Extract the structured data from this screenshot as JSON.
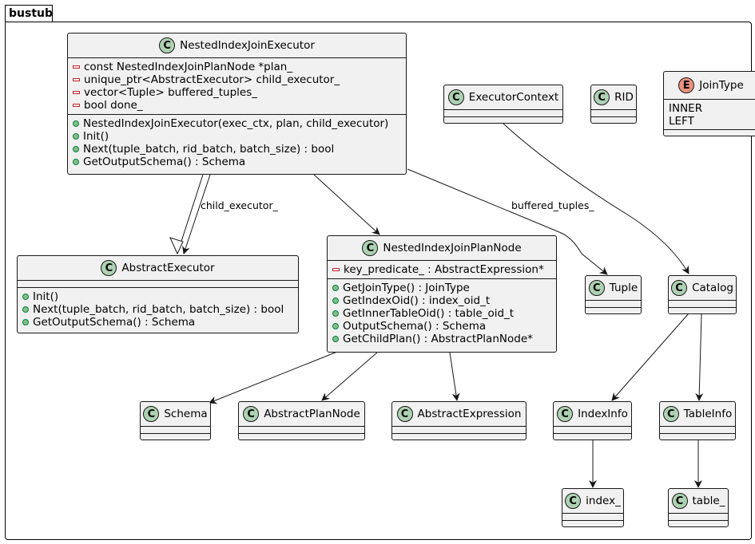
{
  "package": {
    "name": "bustub"
  },
  "classes": {
    "nije": {
      "name": "NestedIndexJoinExecutor",
      "attributes": [
        "const NestedIndexJoinPlanNode *plan_",
        "unique_ptr<AbstractExecutor> child_executor_",
        "vector<Tuple> buffered_tuples_",
        "bool done_"
      ],
      "methods": [
        "NestedIndexJoinExecutor(exec_ctx, plan, child_executor)",
        "Init()",
        "Next(tuple_batch, rid_batch, batch_size) : bool",
        "GetOutputSchema() : Schema"
      ]
    },
    "executor_context": {
      "name": "ExecutorContext"
    },
    "rid": {
      "name": "RID"
    },
    "join_type": {
      "name": "JoinType",
      "values": [
        "INNER",
        "LEFT"
      ]
    },
    "abstract_executor": {
      "name": "AbstractExecutor",
      "methods": [
        "Init()",
        "Next(tuple_batch, rid_batch, batch_size) : bool",
        "GetOutputSchema() : Schema"
      ]
    },
    "nijpn": {
      "name": "NestedIndexJoinPlanNode",
      "attributes": [
        "key_predicate_ : AbstractExpression*"
      ],
      "methods": [
        "GetJoinType() : JoinType",
        "GetIndexOid() : index_oid_t",
        "GetInnerTableOid() : table_oid_t",
        "OutputSchema() : Schema",
        "GetChildPlan() : AbstractPlanNode*"
      ]
    },
    "tuple": {
      "name": "Tuple"
    },
    "catalog": {
      "name": "Catalog"
    },
    "schema": {
      "name": "Schema"
    },
    "abstract_plan_node": {
      "name": "AbstractPlanNode"
    },
    "abstract_expression": {
      "name": "AbstractExpression"
    },
    "index_info": {
      "name": "IndexInfo"
    },
    "table_info": {
      "name": "TableInfo"
    },
    "index_": {
      "name": "index_"
    },
    "table_": {
      "name": "table_"
    }
  },
  "stereotypes": {
    "class": "C",
    "enum": "E"
  },
  "edge_labels": {
    "child_executor": "child_executor_",
    "buffered_tuples": "buffered_tuples_"
  },
  "colors": {
    "class_fill": "#f1f1f1",
    "class_icon": "#add1b2",
    "enum_icon": "#eb937f",
    "private_marker": "#c82930",
    "public_marker": "#84be84"
  }
}
